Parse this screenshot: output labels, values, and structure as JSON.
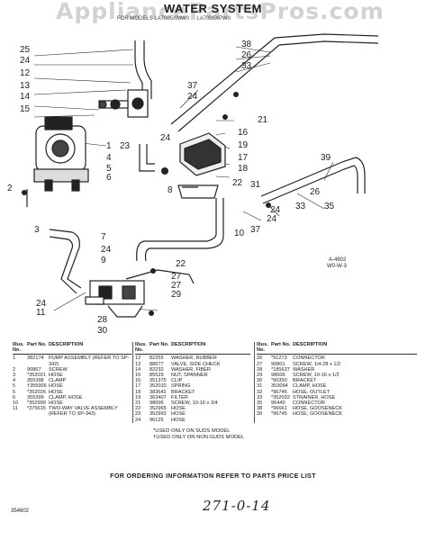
{
  "watermark": "AppliancePartsPros.com",
  "title": "WATER SYSTEM",
  "subtitle": "FOR MODELS LA7005XMW0 ... LA7005XPW0",
  "callouts": [
    "25",
    "24",
    "12",
    "13",
    "14",
    "15",
    "1",
    "2",
    "3",
    "4",
    "5",
    "6",
    "23",
    "24",
    "38",
    "26",
    "33",
    "37",
    "24",
    "21",
    "16",
    "19",
    "17",
    "18",
    "8",
    "22",
    "7",
    "24",
    "9",
    "10",
    "37",
    "24",
    "31",
    "24",
    "33",
    "26",
    "35",
    "39",
    "27",
    "29",
    "28",
    "30",
    "11",
    "24",
    "27",
    "22"
  ],
  "diagram_ref": "A-4602",
  "diagram_ref2": "W0-W-3",
  "parts": {
    "headers": {
      "no": "Illus. No.",
      "part": "Part No.",
      "desc": "DESCRIPTION"
    },
    "col1": [
      {
        "no": "1",
        "part": "382174",
        "desc": "PUMP ASSEMBLY (REFER TO SP-342)"
      },
      {
        "no": "2",
        "part": "90867",
        "desc": "SCREW"
      },
      {
        "no": "3",
        "part": "*352021",
        "desc": "HOSE"
      },
      {
        "no": "4",
        "part": "355398",
        "desc": "CLAMP"
      },
      {
        "no": "5",
        "part": "†355906",
        "desc": "HOSE"
      },
      {
        "no": "5",
        "part": "*352026",
        "desc": "HOSE"
      },
      {
        "no": "6",
        "part": "355399",
        "desc": "CLAMP, HOSE"
      },
      {
        "no": "10",
        "part": "*352999",
        "desc": "HOSE"
      },
      {
        "no": "11",
        "part": "*375615",
        "desc": "TWO-WAY VALVE ASSEMBLY (REFER TO SP-343)"
      }
    ],
    "col2": [
      {
        "no": "12",
        "part": "82255",
        "desc": "WASHER, RUBBER"
      },
      {
        "no": "13",
        "part": "88677",
        "desc": "VALVE, SIDE CHECK"
      },
      {
        "no": "14",
        "part": "82232",
        "desc": "WASHER, FIBER"
      },
      {
        "no": "15",
        "part": "85529",
        "desc": "NUT, SPANNER"
      },
      {
        "no": "16",
        "part": "351375",
        "desc": "CLIP"
      },
      {
        "no": "17",
        "part": "352010",
        "desc": "SPRING"
      },
      {
        "no": "18",
        "part": "383642",
        "desc": "BRACKET"
      },
      {
        "no": "19",
        "part": "363407",
        "desc": "FILTER"
      },
      {
        "no": "21",
        "part": "98006",
        "desc": "SCREW, 10-16 x 3/4"
      },
      {
        "no": "22",
        "part": "352965",
        "desc": "HOSE"
      },
      {
        "no": "23",
        "part": "352993",
        "desc": "HOSE"
      },
      {
        "no": "24",
        "part": "96125",
        "desc": "HOSE"
      }
    ],
    "col3": [
      {
        "no": "26",
        "part": "*91273",
        "desc": "CONNECTOR"
      },
      {
        "no": "27",
        "part": "90801",
        "desc": "SCREW, 1/4-28 x 1/2"
      },
      {
        "no": "28",
        "part": "*185637",
        "desc": "WASHER"
      },
      {
        "no": "29",
        "part": "98606",
        "desc": "SCREW, 10-16 x 1/2"
      },
      {
        "no": "30",
        "part": "*90350",
        "desc": "BRACKET"
      },
      {
        "no": "31",
        "part": "353094",
        "desc": "CLAMP, HOSE"
      },
      {
        "no": "32",
        "part": "*96746",
        "desc": "HOSE, OUTLET"
      },
      {
        "no": "33",
        "part": "*352032",
        "desc": "STRAINER, HOSE"
      },
      {
        "no": "35",
        "part": "96440",
        "desc": "CONNECTOR"
      },
      {
        "no": "38",
        "part": "*96661",
        "desc": "HOSE, GOOSENECK"
      },
      {
        "no": "39",
        "part": "*96745",
        "desc": "HOSE, GOOSENECK"
      }
    ]
  },
  "notes": [
    "*USED ONLY ON SUDS MODEL",
    "†USED ONLY ON NON-SUDS MODEL"
  ],
  "ordering_note": "FOR ORDERING INFORMATION REFER TO PARTS PRICE LIST",
  "doc_code": "354602",
  "handwritten": "271-0-14"
}
